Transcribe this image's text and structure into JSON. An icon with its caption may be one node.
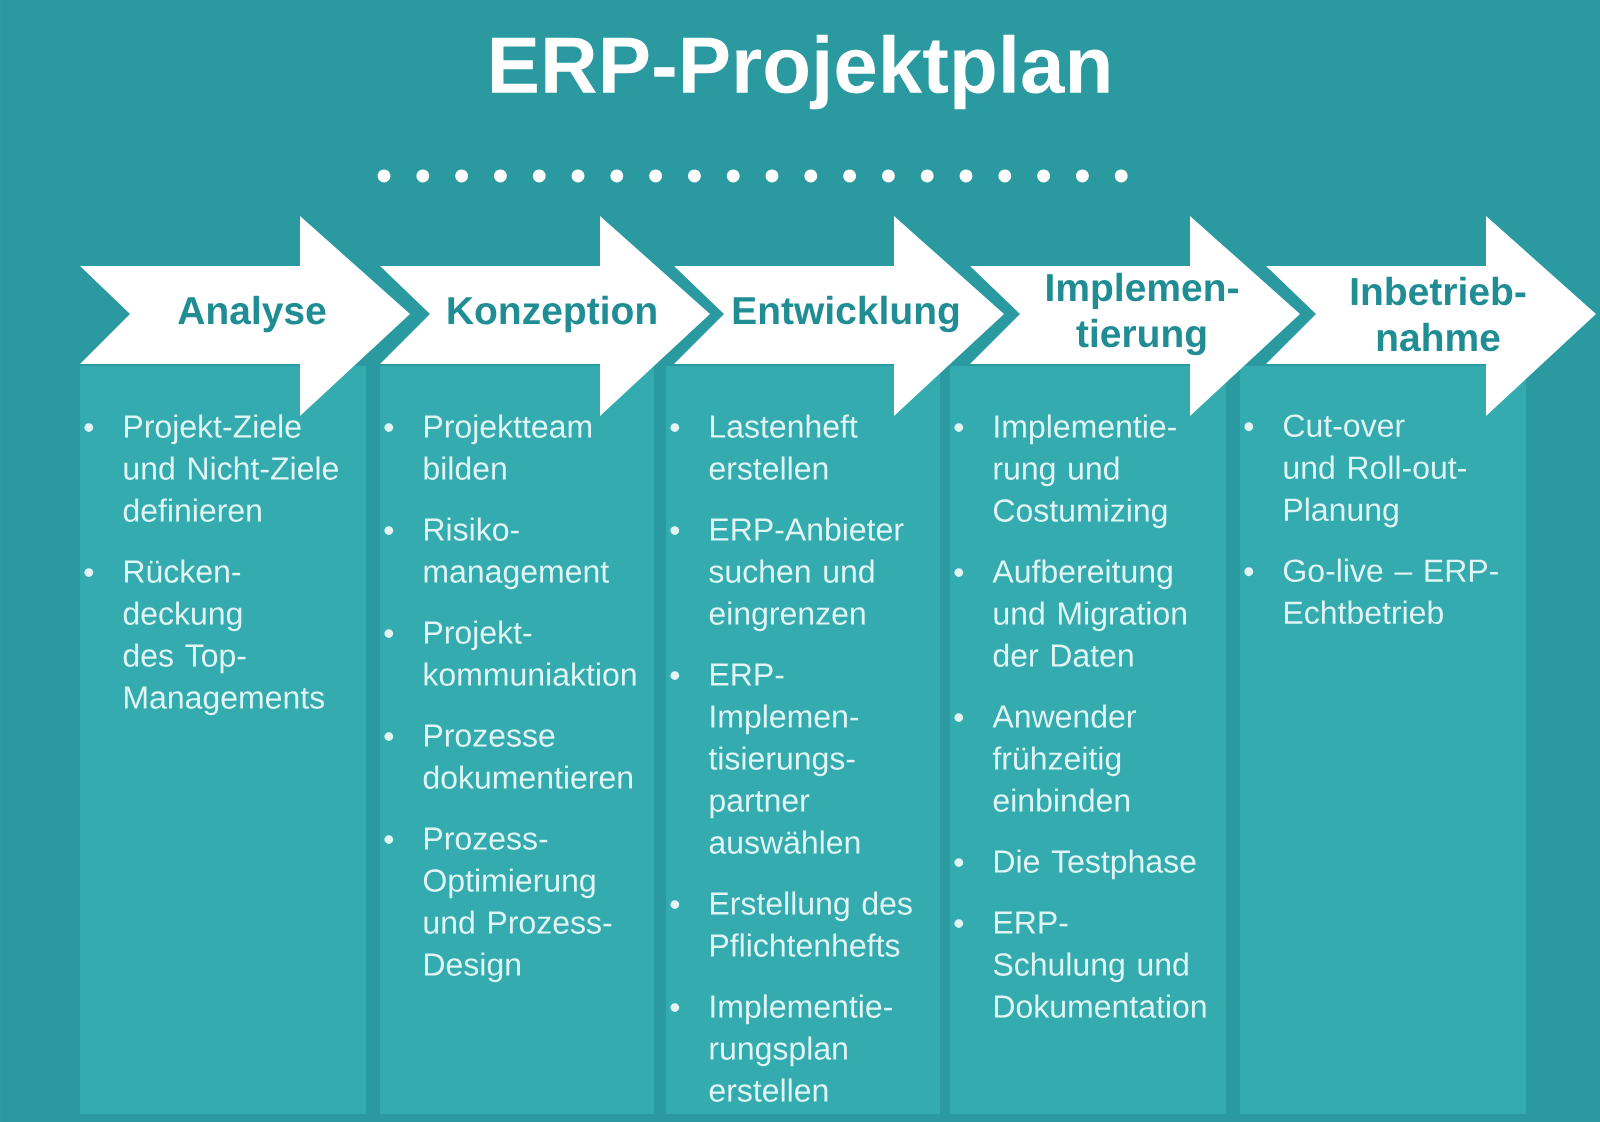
{
  "diagram": {
    "title": "ERP-Projektplan",
    "nodes": [
      {
        "text": [
          "Analyse"
        ]
      },
      {
        "text": [
          "Konzeption"
        ]
      },
      {
        "text": [
          "Entwicklung"
        ]
      },
      {
        "text": [
          "Implemen- tierung"
        ]
      },
      {
        "text": [
          "Inbetrieb- nahme"
        ]
      },
      {
        "text": [
          "Projekt-Ziele und Nicht-Ziele definieren",
          "Rücken- deckung des Top-Managements"
        ]
      },
      {
        "text": [
          "Projektteam bilden",
          "Risiko- management",
          "Projekt- kommuniaktion",
          "Prozesse dokumentieren",
          "Prozess-Optimierung und Prozess-Design"
        ]
      },
      {
        "text": [
          "Lastenheft erstellen",
          "ERP-Anbieter suchen und eingrenzen",
          "ERP-Implemen- tisierungs- partner auswählen",
          "Erstellung des Pflichtenhefts",
          "Implementie- rungsplan erstellen"
        ]
      },
      {
        "text": [
          "Implementie- rung und Costumizing",
          "Aufbereitung und Migration der Daten",
          "Anwender frühzeitig einbinden",
          "Die Testphase",
          "ERP-Schulung und Dokumentation"
        ]
      },
      {
        "text": [
          "Cut-over und Roll-out-Planung",
          "Go-live – ERP-Echtbetrieb"
        ]
      }
    ]
  }
}
